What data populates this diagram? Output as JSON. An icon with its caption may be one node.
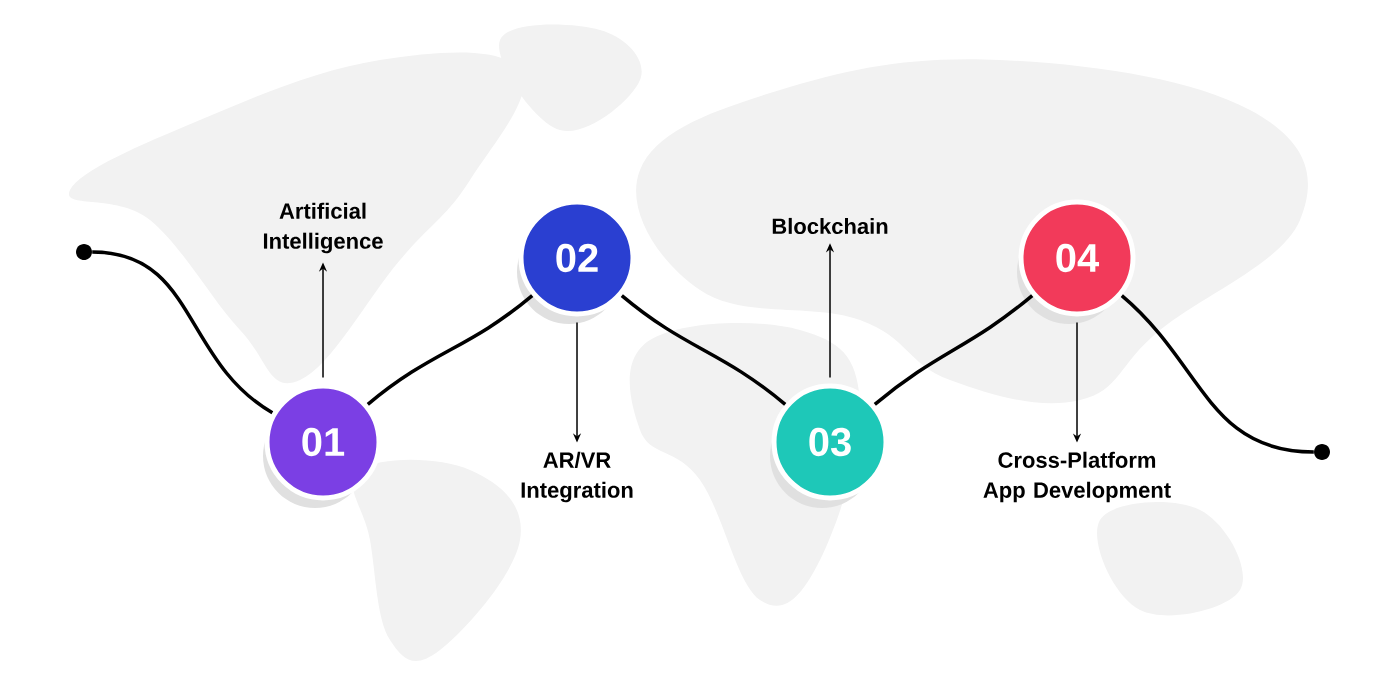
{
  "diagram": {
    "nodes": [
      {
        "text": [],
        "shape": "circle"
      },
      {
        "text": [
          "Artificial Intelligence"
        ]
      },
      {
        "text": [
          "01"
        ]
      },
      {
        "text": [
          "02"
        ]
      },
      {
        "text": [
          "AR/VR Integration"
        ]
      },
      {
        "text": [
          "Blockchain"
        ]
      },
      {
        "text": [
          "03"
        ]
      },
      {
        "text": [
          "04"
        ]
      },
      {
        "text": [
          "Cross-Platform App Development"
        ]
      },
      {
        "text": [],
        "shape": "circle"
      }
    ],
    "edges": [
      {
        "from": 0,
        "to": 2,
        "arrow": "none"
      },
      {
        "from": 2,
        "to": 3,
        "arrow": "none"
      },
      {
        "from": 3,
        "to": 6,
        "arrow": "none"
      },
      {
        "from": 6,
        "to": 7,
        "arrow": "none"
      },
      {
        "from": 7,
        "to": 9,
        "arrow": "none"
      },
      {
        "from": 2,
        "to": 1,
        "arrow": "to"
      },
      {
        "from": 3,
        "to": 4,
        "arrow": "to"
      },
      {
        "from": 6,
        "to": 5,
        "arrow": "to"
      },
      {
        "from": 7,
        "to": 8,
        "arrow": "to"
      }
    ]
  }
}
